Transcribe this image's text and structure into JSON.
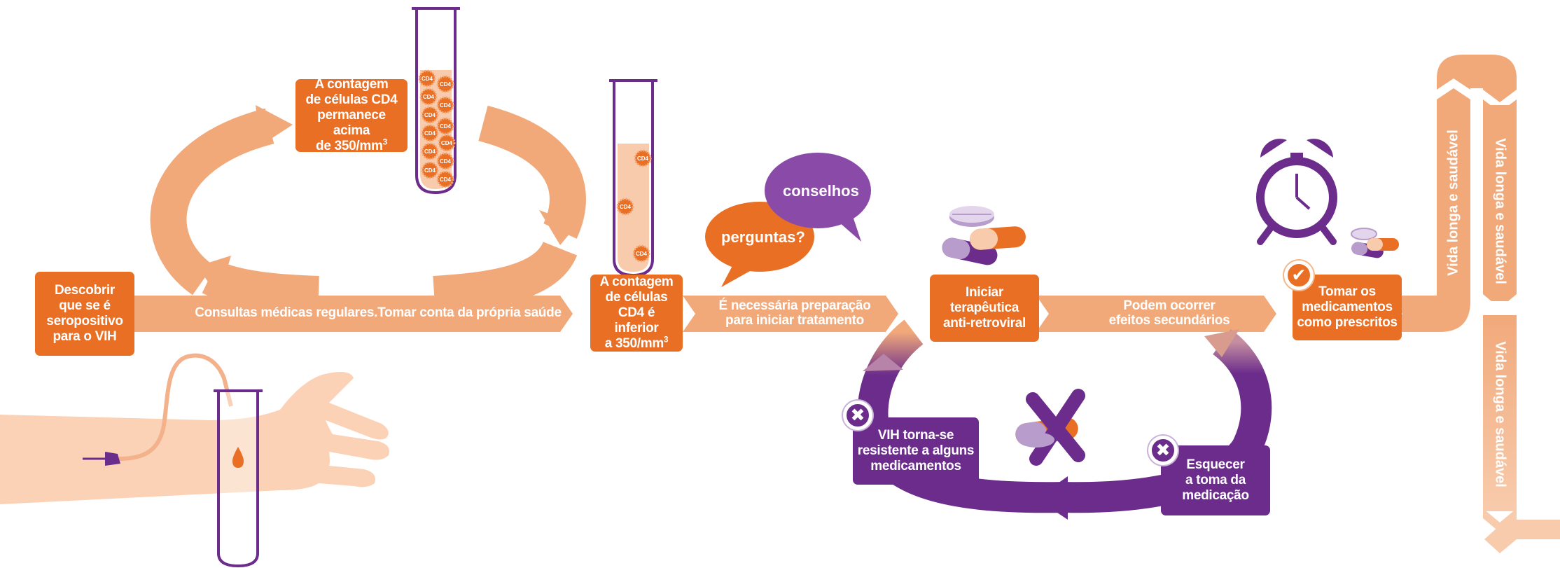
{
  "colors": {
    "orange": "#e86f24",
    "orange_light": "#f1a97a",
    "orange_pale": "#f8cbac",
    "purple": "#6b2c8c",
    "purple_light": "#b79ccc",
    "skin": "#fbd2b6"
  },
  "steps": {
    "discover": "Descobrir\nque se é\nseropositivo\npara o VIH",
    "regular_visits": "Consultas médicas regulares.Tomar conta da própria saúde",
    "cd4_above": "A contagem\nde células CD4\npermanece acima\nde 350/mm",
    "cd4_above_sup": "3",
    "cd4_below": "A contagem\nde células\nCD4 é inferior\na 350/mm",
    "cd4_below_sup": "3",
    "preparation": "É necessária preparação\npara iniciar tratamento",
    "start_therapy": "Iniciar\nterapêutica\nanti-retroviral",
    "side_effects": "Podem ocorrer\nefeitos secundários",
    "take_meds": "Tomar os\nmedicamentos\ncomo prescritos",
    "resistant": "VIH torna-se\nresistente a alguns\nmedicamentos",
    "forget": "Esquecer\na toma da\nmedicação"
  },
  "bubbles": {
    "questions": "perguntas?",
    "advice": "conselhos"
  },
  "long_life": "Vida longa e saudável",
  "cd4_label": "CD4",
  "icons": {
    "check": "check-icon",
    "cross": "cross-icon",
    "clock": "alarm-clock-icon",
    "pills": "pills-icon",
    "test_tube": "test-tube-icon",
    "hand": "hand-icon",
    "syringe": "needle-icon"
  }
}
